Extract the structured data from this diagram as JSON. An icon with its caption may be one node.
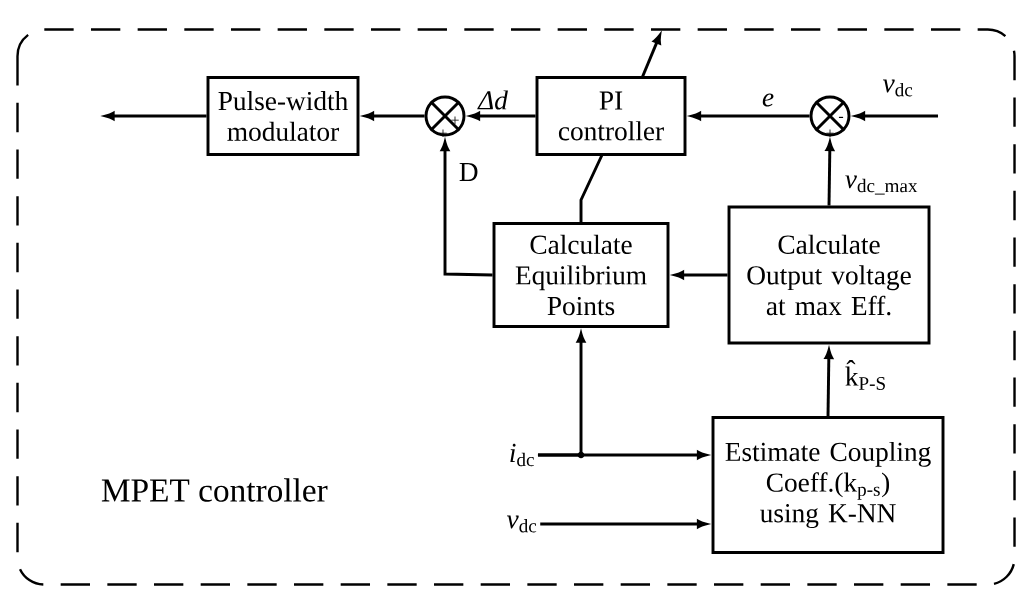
{
  "diagram": {
    "nodes": [
      {
        "text": [
          "MPET controller"
        ]
      },
      {
        "text": [
          "Pulse-width modulator"
        ],
        "in": 0
      },
      {
        "text": [],
        "shape": "circle",
        "in": 0
      },
      {
        "text": [
          "PI controller"
        ],
        "in": 0
      },
      {
        "text": [],
        "shape": "circle",
        "in": 0
      },
      {
        "text": [
          "Calculate Equilibrium Points"
        ],
        "in": 0
      },
      {
        "text": [
          "Calculate Output voltage at max Eff."
        ],
        "in": 0
      },
      {
        "text": [
          "Estimate Coupling Coeff.(k$_{p-s}$) using K-NN"
        ],
        "in": 0
      },
      {
        "text": [
          "*i*$_{dc}$"
        ],
        "in": 0
      },
      {
        "text": [
          "*v*$_{dc}$"
        ],
        "in": 0
      }
    ],
    "edges": [
      {
        "from": 1,
        "to": null,
        "arrow": "to"
      },
      {
        "from": 2,
        "to": 1,
        "arrow": "to"
      },
      {
        "from": 3,
        "to": 2,
        "arrow": "to",
        "label": "Δd"
      },
      {
        "from": 4,
        "to": 3,
        "arrow": "to",
        "label": "*e*"
      },
      {
        "from": null,
        "to": 4,
        "arrow": "to",
        "label": "*v*$_{dc}$"
      },
      {
        "from": 6,
        "to": 4,
        "arrow": "to",
        "label": "*v*$_{dc_max}$"
      },
      {
        "from": 5,
        "to": 2,
        "arrow": "to",
        "label": "D"
      },
      {
        "from": 5,
        "to": 3,
        "arrow": "none"
      },
      {
        "from": 3,
        "to": null,
        "arrow": "to"
      },
      {
        "from": 6,
        "to": 5,
        "arrow": "to"
      },
      {
        "from": 7,
        "to": 6,
        "arrow": "to",
        "label": "k̂$_{P-S}$"
      },
      {
        "from": 8,
        "to": 7,
        "arrow": "to"
      },
      {
        "from": 8,
        "to": 5,
        "arrow": "to"
      },
      {
        "from": 9,
        "to": 7,
        "arrow": "to"
      }
    ],
    "labels": [
      "+",
      "+",
      "-",
      "+"
    ]
  }
}
